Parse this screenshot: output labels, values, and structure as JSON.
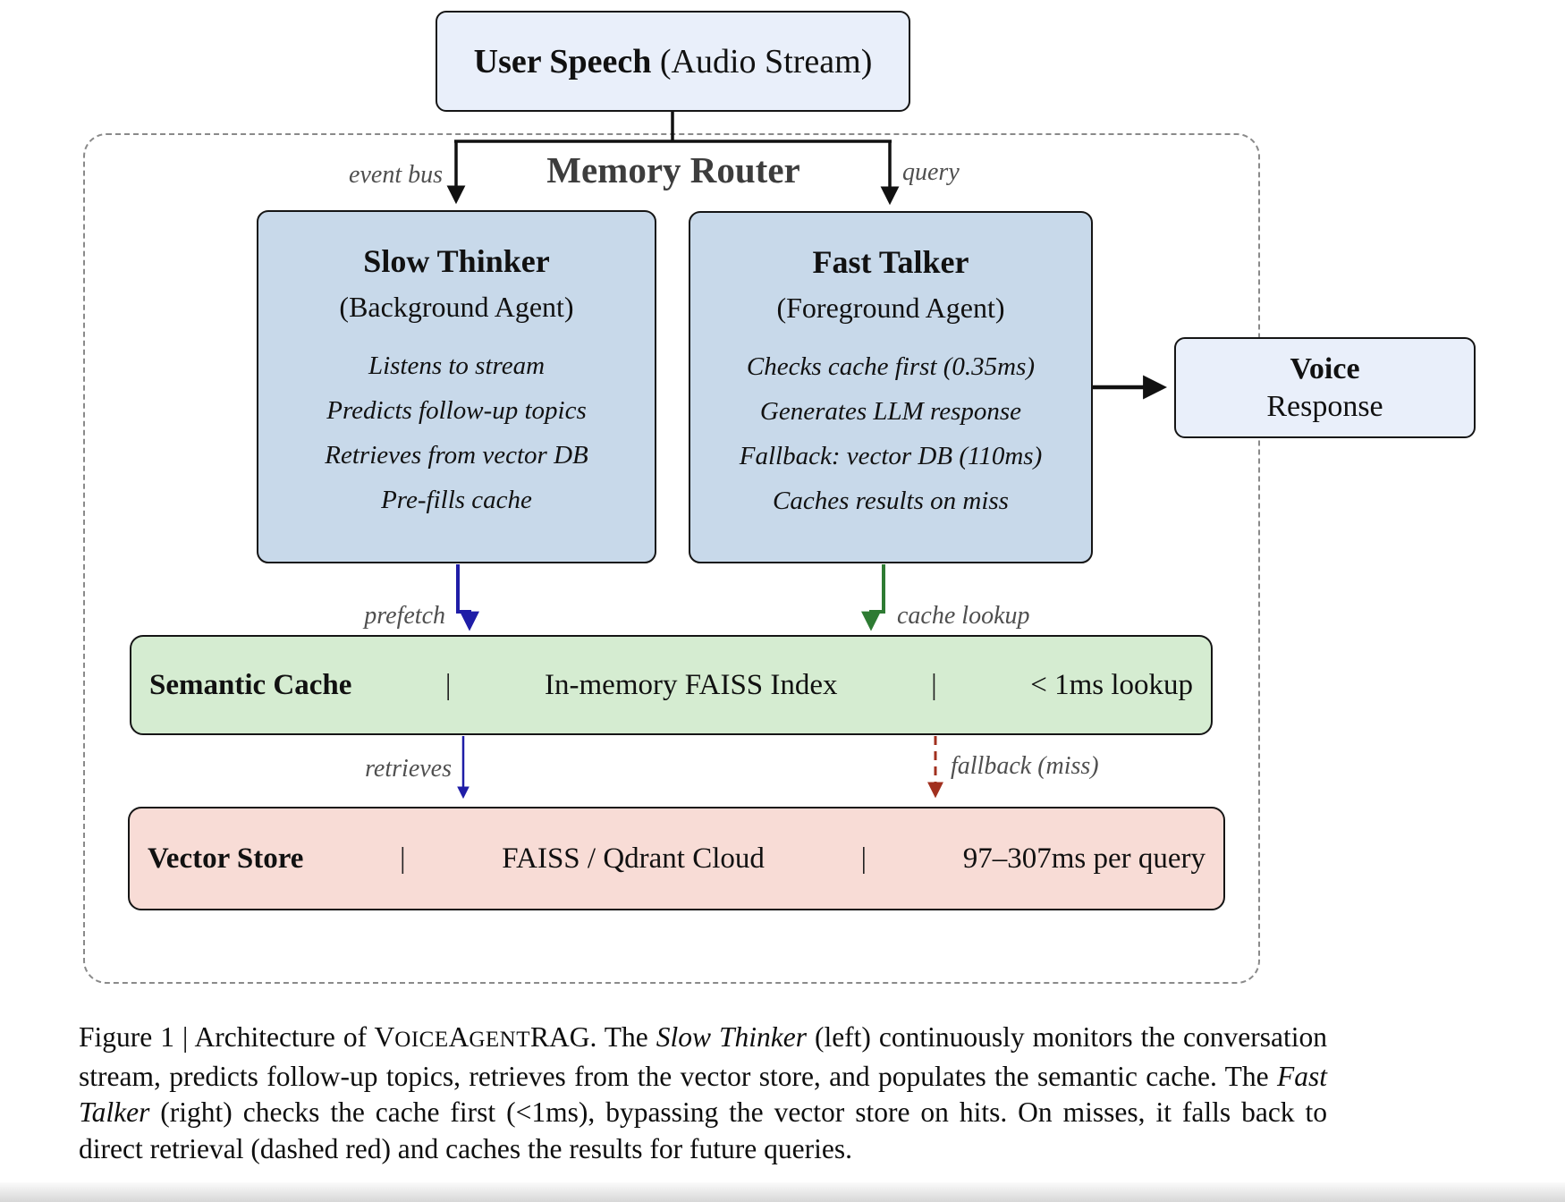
{
  "diagram": {
    "user_speech": {
      "bold": "User Speech",
      "normal": " (Audio Stream)"
    },
    "memory_router_label": "Memory Router",
    "slow_thinker": {
      "title": "Slow Thinker",
      "subtitle": "(Background Agent)",
      "lines": [
        "Listens to stream",
        "Predicts follow-up topics",
        "Retrieves from vector DB",
        "Pre-fills cache"
      ]
    },
    "fast_talker": {
      "title": "Fast Talker",
      "subtitle": "(Foreground Agent)",
      "lines": [
        "Checks cache first (0.35ms)",
        "Generates LLM response",
        "Fallback: vector DB (110ms)",
        "Caches results on miss"
      ]
    },
    "voice_response": {
      "line1": "Voice",
      "line2": "Response"
    },
    "semantic_cache": {
      "name": "Semantic Cache",
      "sep1": "|",
      "middle": "In-memory FAISS Index",
      "sep2": "|",
      "right": "< 1ms lookup"
    },
    "vector_store": {
      "name": "Vector Store",
      "sep1": "|",
      "middle": "FAISS / Qdrant Cloud",
      "sep2": "|",
      "right": "97–307ms per query"
    },
    "edge_labels": {
      "event_bus": "event bus",
      "query": "query",
      "prefetch": "prefetch",
      "cache_lookup": "cache lookup",
      "retrieves": "retrieves",
      "fallback": "fallback (miss)"
    },
    "colors": {
      "light_blue_fill": "#e9effa",
      "agent_blue_fill": "#c8d9ea",
      "cache_green_fill": "#d5ecd1",
      "store_pink_fill": "#f8dcd6",
      "arrow_black": "#111111",
      "arrow_navy": "#1f1da7",
      "arrow_green": "#2e7b33",
      "arrow_dark_red": "#a1301f",
      "dashed_border": "#8a8a8a",
      "label_gray": "#4f4f4f"
    }
  },
  "caption": {
    "seg1": "Figure 1 | Architecture of ",
    "brand": {
      "p1": "V",
      "p2": "OICE",
      "p3": "A",
      "p4": "GENT",
      "p5": "RAG"
    },
    "seg2": ". The ",
    "italic1": "Slow Thinker",
    "seg3": " (left) continuously monitors the conversation stream, predicts follow-up topics, retrieves from the vector store, and populates the semantic cache. The ",
    "italic2": "Fast Talker",
    "seg4": " (right) checks the cache first (<1ms), bypassing the vector store on hits. On misses, it falls back to direct retrieval (dashed red) and caches the results for future queries."
  }
}
